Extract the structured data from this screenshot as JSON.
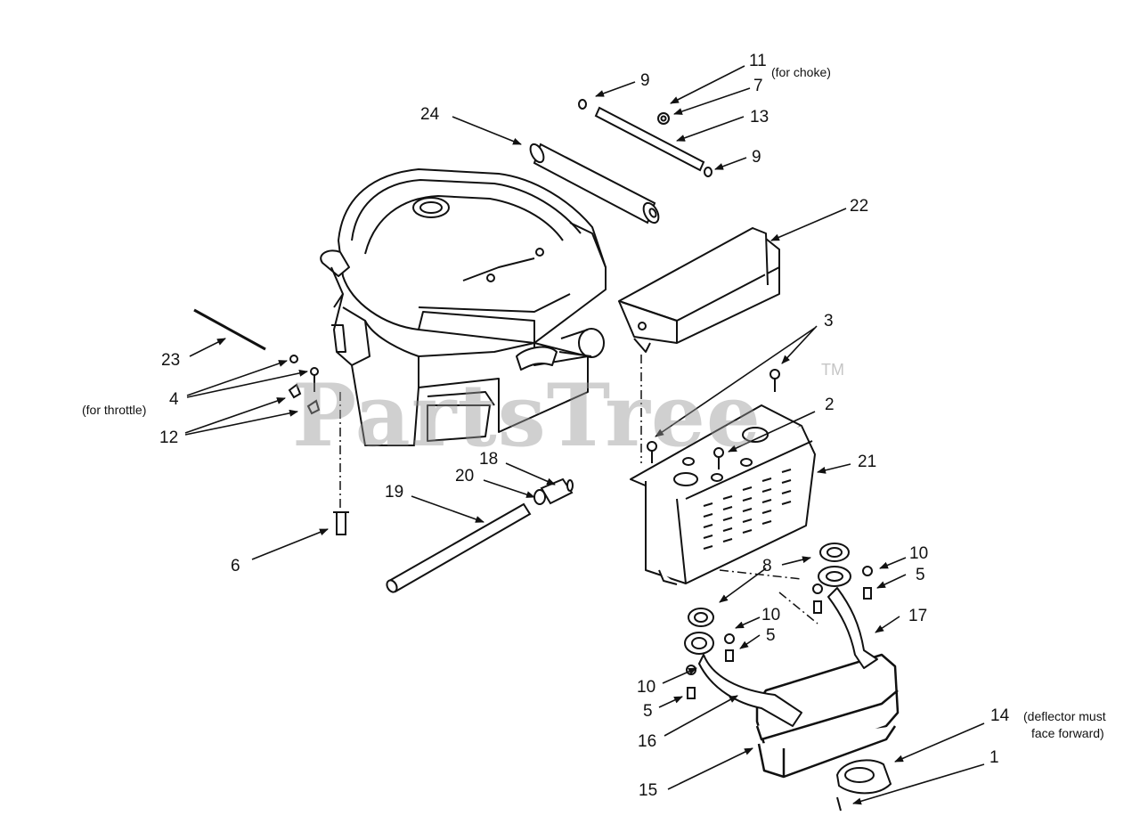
{
  "watermark": {
    "text": "PartsTree",
    "tm": "TM"
  },
  "notes": {
    "choke": "(for choke)",
    "throttle": "(for throttle)",
    "deflector_line1": "(deflector must",
    "deflector_line2": "face forward)"
  },
  "callouts": [
    {
      "id": "c9a",
      "text": "9"
    },
    {
      "id": "c11",
      "text": "11"
    },
    {
      "id": "c7",
      "text": "7"
    },
    {
      "id": "c13",
      "text": "13"
    },
    {
      "id": "c9b",
      "text": "9"
    },
    {
      "id": "c24",
      "text": "24"
    },
    {
      "id": "c22",
      "text": "22"
    },
    {
      "id": "c3",
      "text": "3"
    },
    {
      "id": "c2",
      "text": "2"
    },
    {
      "id": "c21",
      "text": "21"
    },
    {
      "id": "c23",
      "text": "23"
    },
    {
      "id": "c4",
      "text": "4"
    },
    {
      "id": "c12",
      "text": "12"
    },
    {
      "id": "c18",
      "text": "18"
    },
    {
      "id": "c20",
      "text": "20"
    },
    {
      "id": "c19",
      "text": "19"
    },
    {
      "id": "c6",
      "text": "6"
    },
    {
      "id": "c8",
      "text": "8"
    },
    {
      "id": "c10a",
      "text": "10"
    },
    {
      "id": "c5a",
      "text": "5"
    },
    {
      "id": "c10b",
      "text": "10"
    },
    {
      "id": "c5b",
      "text": "5"
    },
    {
      "id": "c17",
      "text": "17"
    },
    {
      "id": "c10c",
      "text": "10"
    },
    {
      "id": "c5c",
      "text": "5"
    },
    {
      "id": "c16",
      "text": "16"
    },
    {
      "id": "c14",
      "text": "14"
    },
    {
      "id": "c1",
      "text": "1"
    },
    {
      "id": "c15",
      "text": "15"
    }
  ]
}
